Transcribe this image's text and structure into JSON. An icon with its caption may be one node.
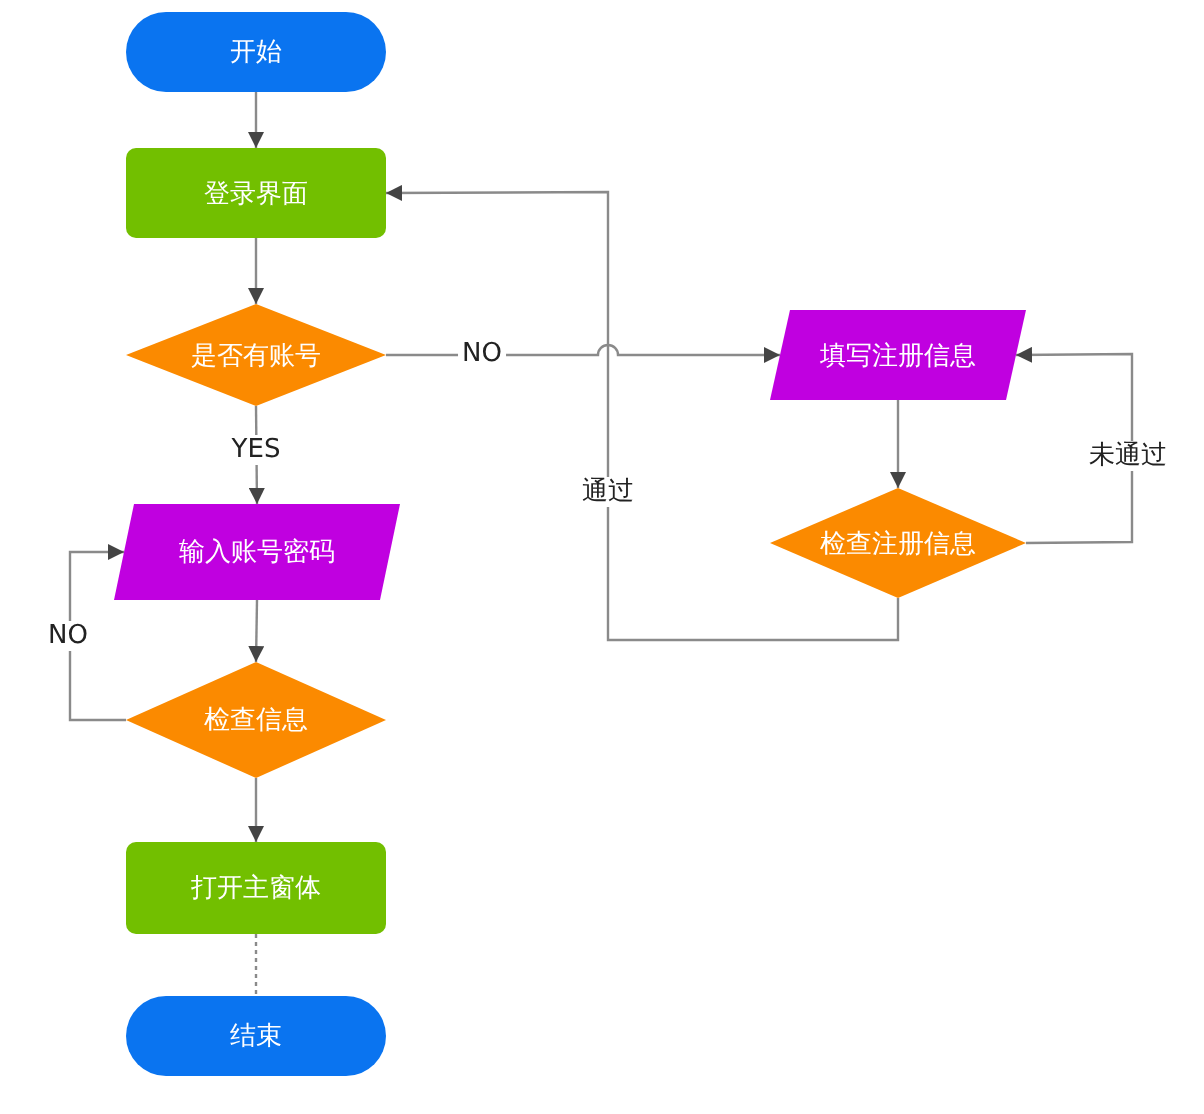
{
  "diagram": {
    "nodes": [
      {
        "text": [
          "开始"
        ]
      },
      {
        "text": [
          "登录界面"
        ]
      },
      {
        "text": [
          "是否有账号"
        ]
      },
      {
        "text": [
          "输入账号密码"
        ]
      },
      {
        "text": [
          "检查信息"
        ]
      },
      {
        "text": [
          "打开主窗体"
        ]
      },
      {
        "text": [
          "结束"
        ]
      },
      {
        "text": [
          "填写注册信息"
        ]
      },
      {
        "text": [
          "检查注册信息"
        ]
      }
    ],
    "edges": [
      {
        "from": 0,
        "to": 1,
        "arrow": "to"
      },
      {
        "from": 1,
        "to": 2,
        "arrow": "to"
      },
      {
        "from": 2,
        "to": 3,
        "arrow": "to",
        "label": "YES"
      },
      {
        "from": 3,
        "to": 4,
        "arrow": "to"
      },
      {
        "from": 4,
        "to": 3,
        "arrow": "to",
        "label": "NO"
      },
      {
        "from": 4,
        "to": 5,
        "arrow": "to"
      },
      {
        "from": 5,
        "to": 6,
        "arrow": "none",
        "style": "dashed"
      },
      {
        "from": 2,
        "to": 7,
        "arrow": "to",
        "label": "NO"
      },
      {
        "from": 7,
        "to": 8,
        "arrow": "to"
      },
      {
        "from": 8,
        "to": 7,
        "arrow": "to",
        "label": "未通过"
      },
      {
        "from": 8,
        "to": 1,
        "arrow": "to",
        "label": "通过"
      }
    ]
  }
}
